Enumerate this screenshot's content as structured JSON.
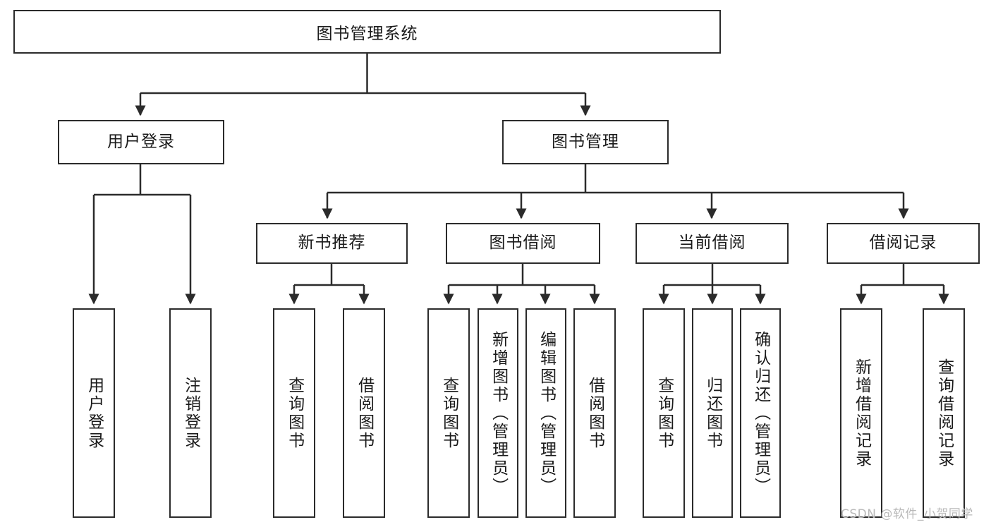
{
  "diagram": {
    "title": "图书管理系统",
    "watermark": "CSDN @软件_小贺同学",
    "stroke_color": "#2b2b2b",
    "fill_color": "#ffffff",
    "text_color": "#1a1a1a",
    "watermark_color": "#b9b9b9"
  },
  "nodes": {
    "root": {
      "label": "图书管理系统"
    },
    "level2": [
      {
        "id": "user-login",
        "label": "用户登录"
      },
      {
        "id": "book-manage",
        "label": "图书管理"
      }
    ],
    "level3": [
      {
        "id": "new-book-recommend",
        "label": "新书推荐"
      },
      {
        "id": "book-borrow",
        "label": "图书借阅"
      },
      {
        "id": "current-borrow",
        "label": "当前借阅"
      },
      {
        "id": "borrow-record",
        "label": "借阅记录"
      }
    ],
    "leaves": {
      "user_login": [
        {
          "id": "leaf-user-login",
          "label": "用户登录"
        },
        {
          "id": "leaf-logout-login",
          "label": "注销登录"
        }
      ],
      "new_book_recommend": [
        {
          "id": "leaf-query-book-1",
          "label": "查询图书"
        },
        {
          "id": "leaf-borrow-book-1",
          "label": "借阅图书"
        }
      ],
      "book_borrow": [
        {
          "id": "leaf-query-book-2",
          "label": "查询图书"
        },
        {
          "id": "leaf-add-book",
          "label": "新增图书（管理员）"
        },
        {
          "id": "leaf-edit-book",
          "label": "编辑图书（管理员）"
        },
        {
          "id": "leaf-borrow-book-2",
          "label": "借阅图书"
        }
      ],
      "current_borrow": [
        {
          "id": "leaf-query-book-3",
          "label": "查询图书"
        },
        {
          "id": "leaf-return-book",
          "label": "归还图书"
        },
        {
          "id": "leaf-confirm-return",
          "label": "确认归还（管理员）"
        }
      ],
      "borrow_record": [
        {
          "id": "leaf-add-record",
          "label": "新增借阅记录"
        },
        {
          "id": "leaf-query-record",
          "label": "查询借阅记录"
        }
      ]
    }
  }
}
